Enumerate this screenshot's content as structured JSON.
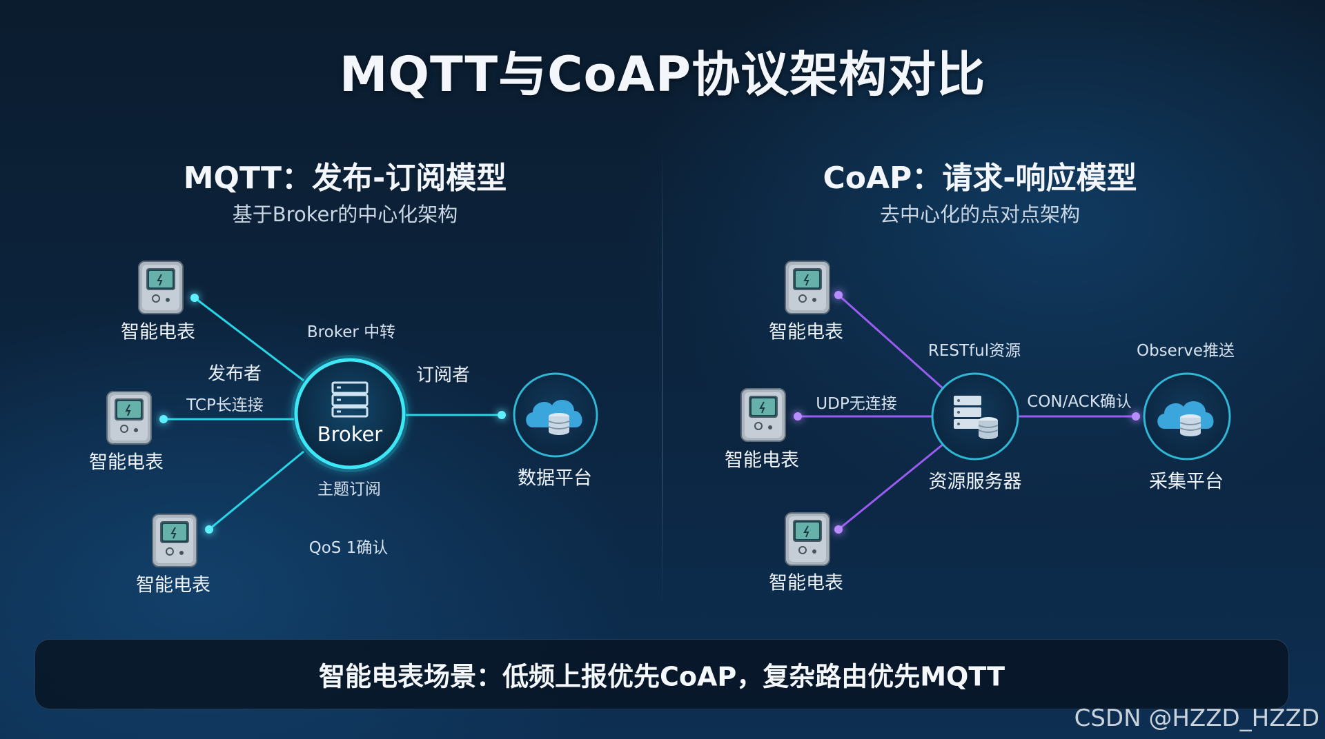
{
  "title": "MQTT与CoAP协议架构对比",
  "mqtt": {
    "heading": "MQTT：发布-订阅模型",
    "subheading": "基于Broker的中心化架构",
    "nodes": {
      "meter_top": "智能电表",
      "meter_middle": "智能电表",
      "meter_bottom": "智能电表",
      "broker": "Broker",
      "platform": "数据平台"
    },
    "labels": {
      "broker_relay": "Broker 中转",
      "publisher": "发布者",
      "tcp": "TCP长连接",
      "subscriber": "订阅者",
      "topic": "主题订阅",
      "qos": "QoS 1确认"
    },
    "accent_color": "#27d6e6"
  },
  "coap": {
    "heading": "CoAP：请求-响应模型",
    "subheading": "去中心化的点对点架构",
    "nodes": {
      "meter_top": "智能电表",
      "meter_middle": "智能电表",
      "meter_bottom": "智能电表",
      "server": "资源服务器",
      "platform": "采集平台"
    },
    "labels": {
      "restful": "RESTful资源",
      "observe": "Observe推送",
      "udp": "UDP无连接",
      "con_ack": "CON/ACK确认"
    },
    "accent_color": "#9a5cf0"
  },
  "banner": "智能电表场景：低频上报优先CoAP，复杂路由优先MQTT",
  "watermark": "CSDN @HZZD_HZZD",
  "icons": [
    "smart-meter-icon",
    "server-rack-icon",
    "cloud-database-icon"
  ]
}
